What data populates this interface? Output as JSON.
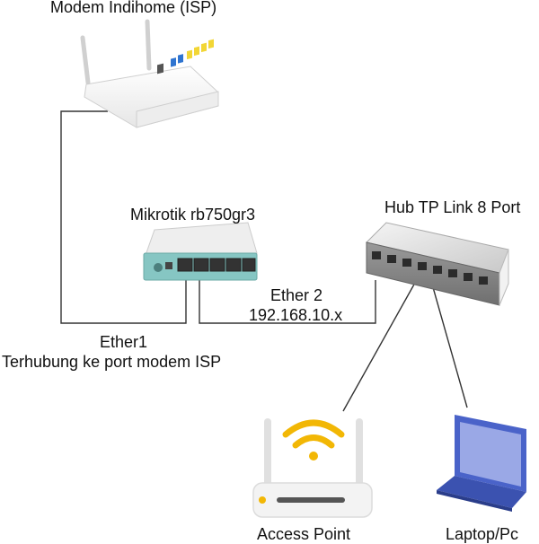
{
  "labels": {
    "modem": "Modem Indihome (ISP)",
    "router": "Mikrotik rb750gr3",
    "switch": "Hub TP Link 8 Port",
    "ether2": "Ether 2",
    "subnet": "192.168.10.x",
    "ether1": "Ether1",
    "ether1_desc": "Terhubung ke port modem ISP",
    "access_point": "Access Point",
    "laptop": "Laptop/Pc"
  },
  "colors": {
    "line": "#333333",
    "router_teal": "#86c6c3",
    "wifi_waves": "#f2b705",
    "laptop_body": "#4a63c9",
    "laptop_screen": "#9aa8e6",
    "port_yellow": "#f2d635",
    "port_blue": "#2f74d0"
  }
}
